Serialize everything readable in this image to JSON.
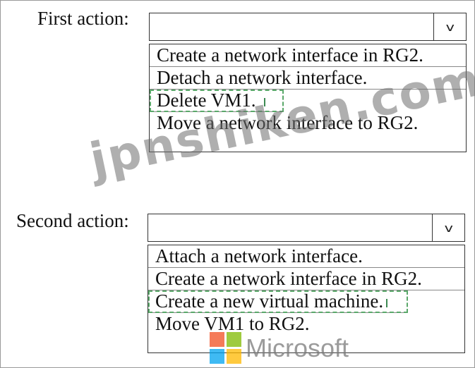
{
  "first": {
    "label": "First action:",
    "arrow": "v",
    "options": [
      "Create a network interface in RG2.",
      "Detach a network interface.",
      "Delete VM1.",
      "Move a network interface to RG2."
    ]
  },
  "second": {
    "label": "Second action:",
    "arrow": "v",
    "options": [
      "Attach a network interface.",
      "Create a network interface in RG2.",
      "Create a new virtual machine.",
      "Move VM1 to RG2."
    ]
  },
  "watermark": "jpnshiken.com",
  "brand": {
    "name": "Microsoft",
    "colors": [
      "#f25022",
      "#7fba00",
      "#00a4ef",
      "#ffb900"
    ]
  }
}
